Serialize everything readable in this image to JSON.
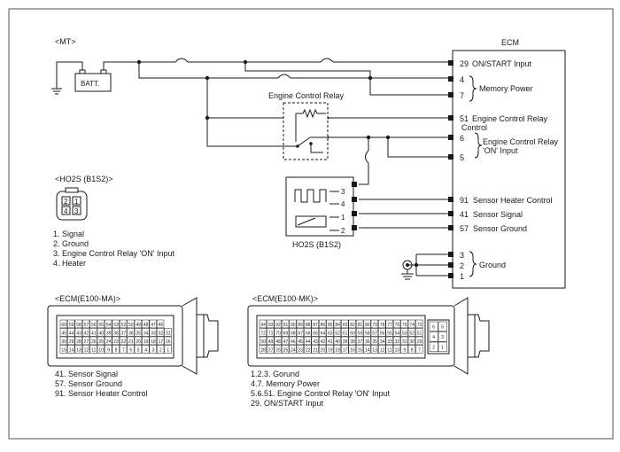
{
  "title": "<MT>",
  "battery": {
    "label": "BATT."
  },
  "ecm": {
    "label": "ECM",
    "pins": [
      {
        "num": "29",
        "label": "ON/START Input"
      },
      {
        "num": "4",
        "label": ""
      },
      {
        "num": "7",
        "label": ""
      },
      {
        "num": "51",
        "label": "Engine Control Relay",
        "label2": "Control"
      },
      {
        "num": "6",
        "label": ""
      },
      {
        "num": "5",
        "label": ""
      },
      {
        "num": "91",
        "label": "Sensor Heater Control"
      },
      {
        "num": "41",
        "label": "Sensor Signal"
      },
      {
        "num": "57",
        "label": "Sensor Ground"
      },
      {
        "num": "3",
        "label": ""
      },
      {
        "num": "2",
        "label": ""
      },
      {
        "num": "1",
        "label": ""
      }
    ],
    "memory_power": "Memory Power",
    "relay_on_input": {
      "line1": "Engine Control Relay",
      "line2": "'ON' Input"
    },
    "ground": "Ground"
  },
  "relay": {
    "label": "Engine Control Relay"
  },
  "sensor": {
    "label": "HO2S (B1S2)",
    "pins": [
      "3",
      "4",
      "1",
      "2"
    ]
  },
  "connector_ho2s": {
    "title": "<HO2S (B1S2)>",
    "pins": [
      "2",
      "1",
      "4",
      "3"
    ],
    "legend": [
      "1. Signal",
      "2. Ground",
      "3. Engine Control Relay 'ON' Input",
      "4. Heater"
    ]
  },
  "connector_ma": {
    "title": "<ECM(E100-MA)>",
    "rows": [
      [
        "60",
        "59",
        "58",
        "57",
        "56",
        "55",
        "54",
        "53",
        "52",
        "50",
        "49",
        "48",
        "47",
        "46"
      ],
      [
        "45",
        "44",
        "43",
        "42",
        "41",
        "40",
        "39",
        "38",
        "37",
        "36",
        "35",
        "34",
        "33",
        "32",
        "31"
      ],
      [
        "30",
        "29",
        "28",
        "27",
        "26",
        "25",
        "24",
        "23",
        "22",
        "21",
        "20",
        "19",
        "18",
        "17",
        "16"
      ],
      [
        "15",
        "14",
        "13",
        "12",
        "11",
        "10",
        "9",
        "8",
        "7",
        "6",
        "5",
        "4",
        "3",
        "2",
        "1"
      ]
    ],
    "legend": [
      "41. Sensor Signal",
      "57. Sensor Ground",
      "91. Sensor Heater Control"
    ]
  },
  "connector_mk": {
    "title": "<ECM(E100-MK)>",
    "rows": [
      [
        "94",
        "93",
        "92",
        "91",
        "90",
        "89",
        "88",
        "87",
        "86",
        "85",
        "84",
        "83",
        "82",
        "81",
        "80",
        "79",
        "78",
        "77",
        "76",
        "75",
        "74",
        "73"
      ],
      [
        "72",
        "71",
        "70",
        "69",
        "68",
        "67",
        "66",
        "65",
        "64",
        "63",
        "62",
        "61",
        "60",
        "59",
        "58",
        "57",
        "56",
        "55",
        "54",
        "53",
        "52",
        "51"
      ],
      [
        "50",
        "49",
        "48",
        "47",
        "46",
        "45",
        "44",
        "43",
        "42",
        "41",
        "40",
        "39",
        "38",
        "37",
        "36",
        "35",
        "34",
        "33",
        "32",
        "31",
        "30",
        "29"
      ],
      [
        "28",
        "27",
        "26",
        "25",
        "24",
        "23",
        "22",
        "21",
        "20",
        "19",
        "18",
        "17",
        "16",
        "15",
        "14",
        "13",
        "12",
        "11",
        "10",
        "9",
        "8",
        "7"
      ]
    ],
    "side": [
      "6",
      "5",
      "4",
      "3",
      "2",
      "1"
    ],
    "legend": [
      "1.2.3. Gorund",
      "4.7. Memory Power",
      "5.6.51. Engine Control Relay 'ON' Input",
      "29. ON/START Input"
    ]
  }
}
